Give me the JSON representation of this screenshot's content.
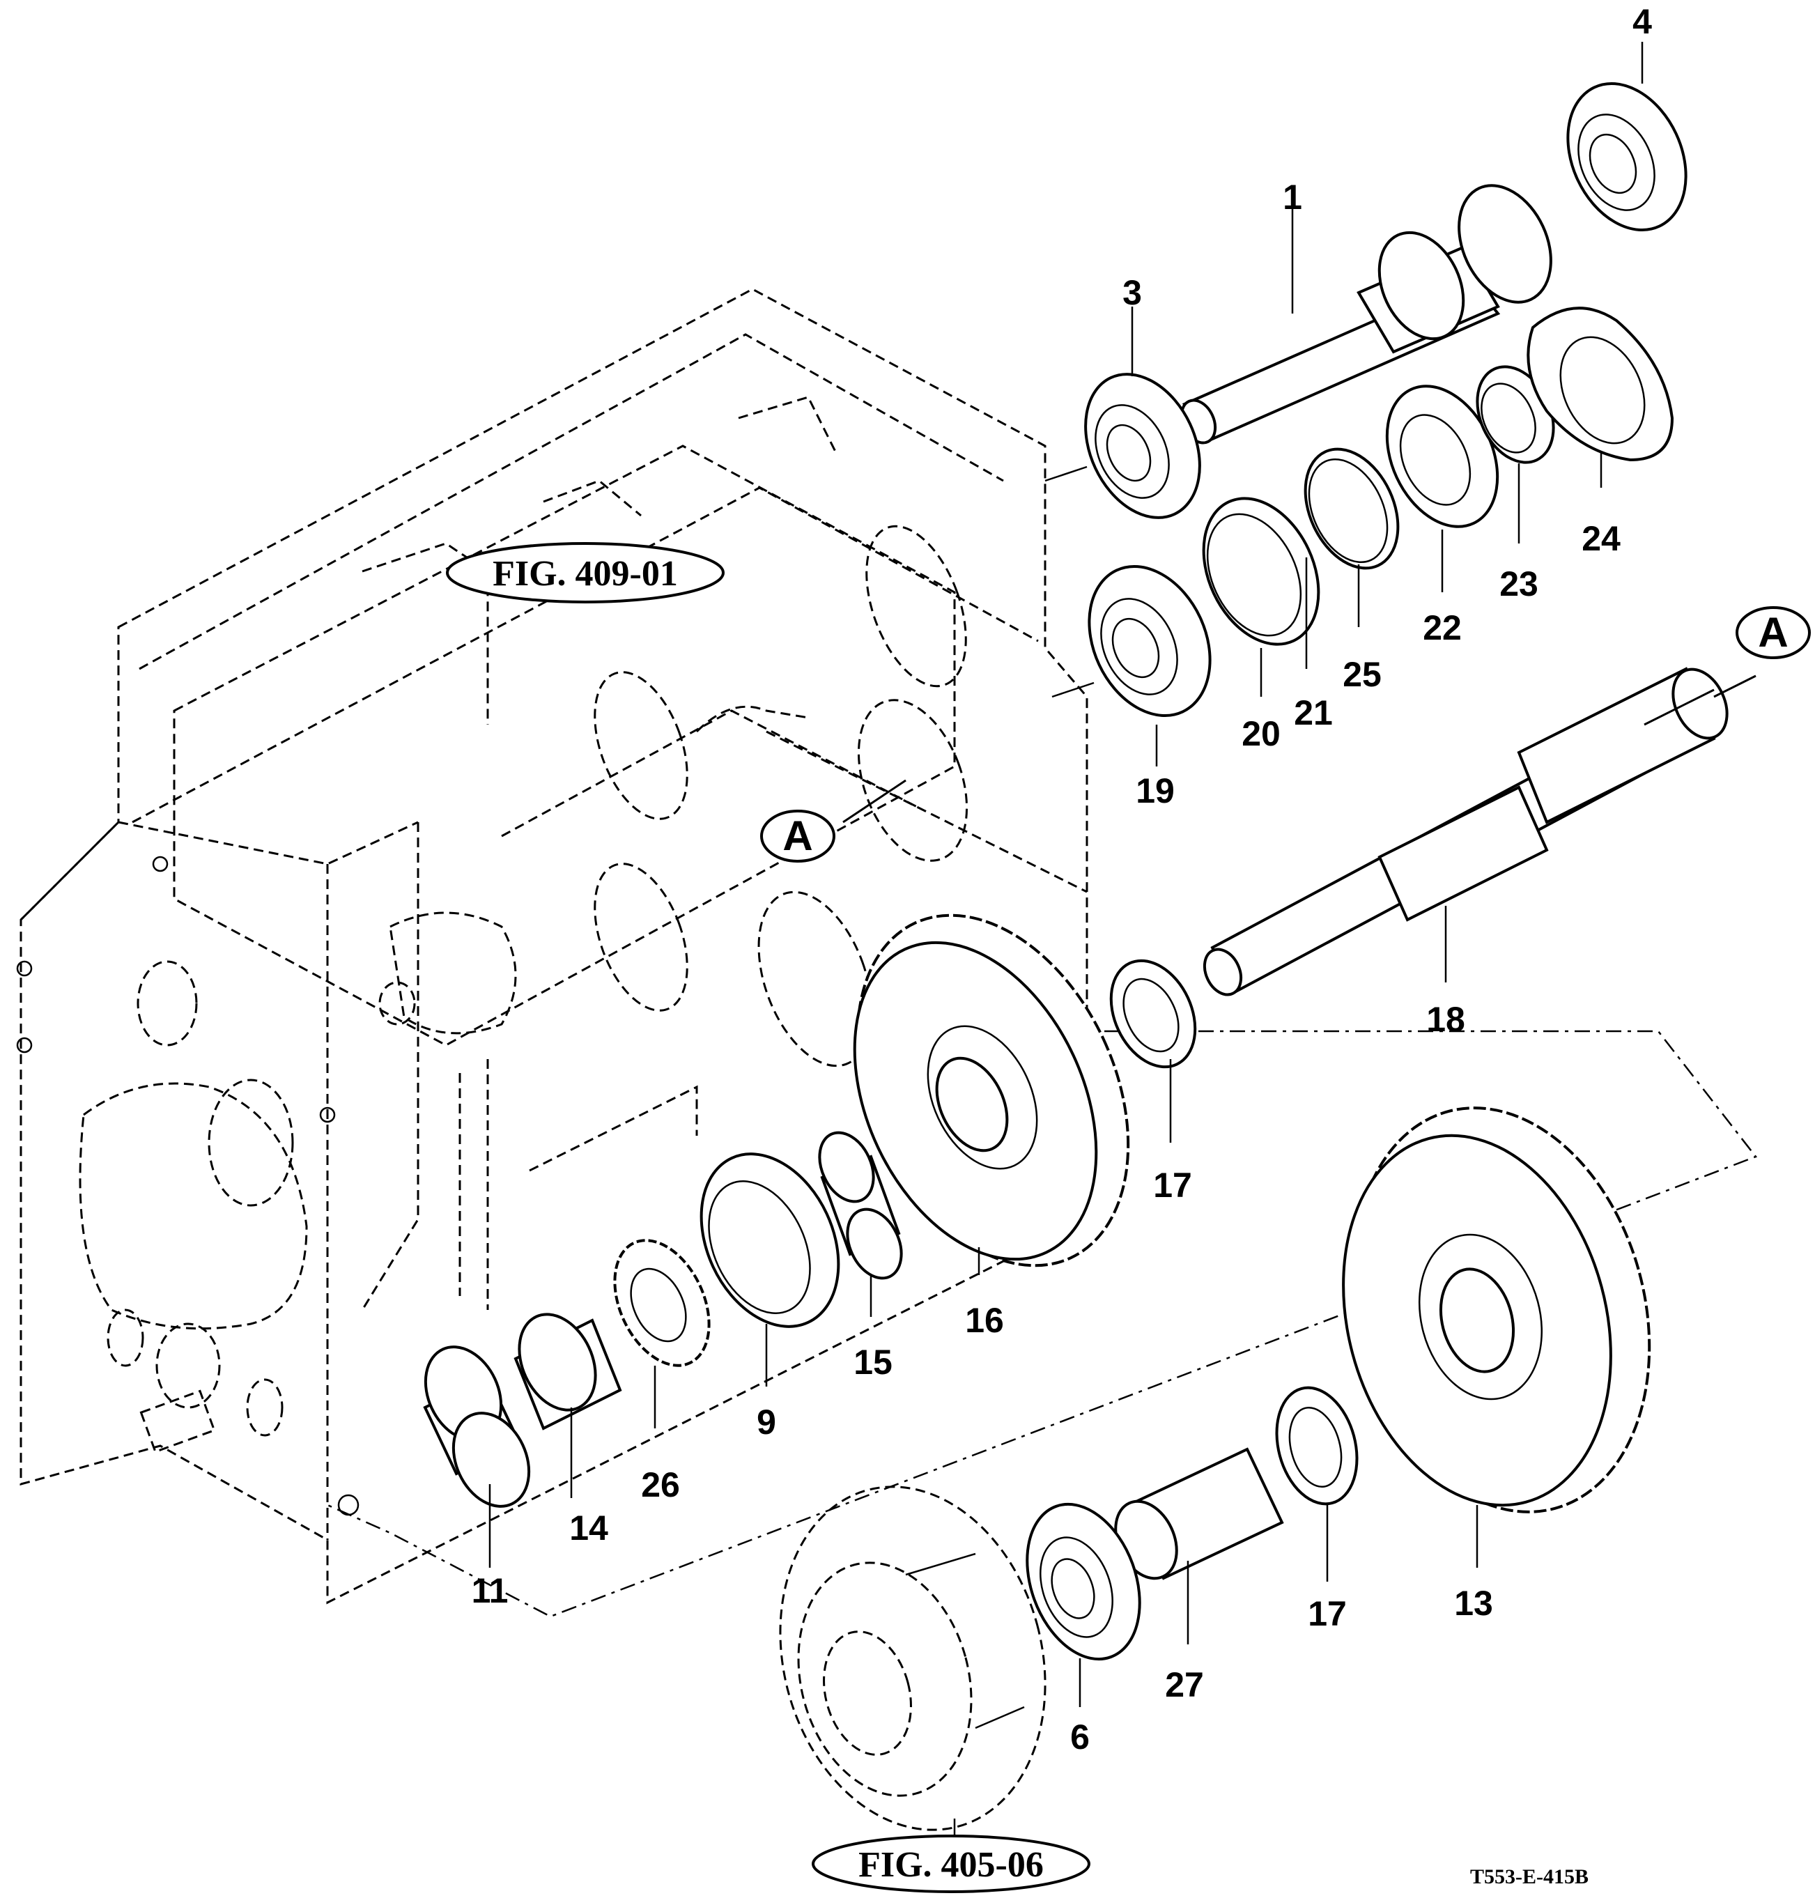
{
  "figure_refs": {
    "housing": "FIG. 409-01",
    "clutch": "FIG. 405-06"
  },
  "arrow_marker": "A",
  "drawing_code": "T553-E-415B",
  "part_numbers": {
    "p1": "1",
    "p3": "3",
    "p4": "4",
    "p6": "6",
    "p9": "9",
    "p11": "11",
    "p13": "13",
    "p14": "14",
    "p15": "15",
    "p16": "16",
    "p17a": "17",
    "p17b": "17",
    "p18": "18",
    "p19": "19",
    "p20": "20",
    "p21": "21",
    "p22": "22",
    "p23": "23",
    "p24": "24",
    "p25": "25",
    "p26": "26",
    "p27": "27"
  }
}
